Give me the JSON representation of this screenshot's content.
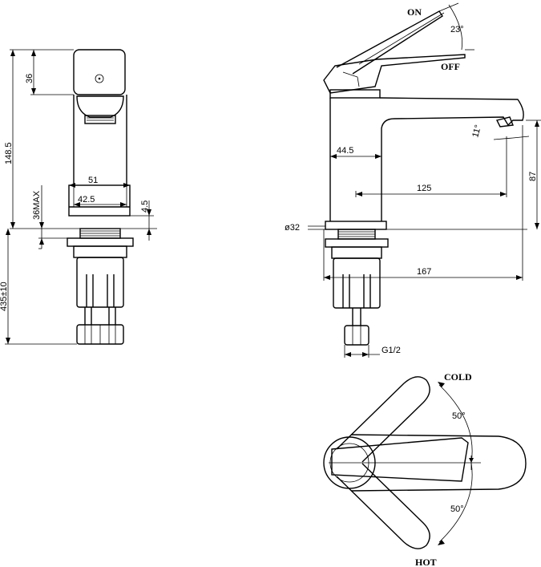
{
  "dimensions": {
    "side": {
      "d36": "36",
      "d148_5": "148.5",
      "d51": "51",
      "d42_5": "42.5",
      "d36max": "36MAX",
      "d4_5": "4.5",
      "d435": "435±10"
    },
    "front": {
      "d44_5": "44.5",
      "d87": "87",
      "d125": "125",
      "d32": "ø32",
      "d167": "167",
      "g12": "G1/2",
      "a23": "23°",
      "a11": "11°"
    },
    "top": {
      "a50_top": "50°",
      "a50_bottom": "50°"
    }
  },
  "labels": {
    "on": "ON",
    "off": "OFF",
    "cold": "COLD",
    "hot": "HOT"
  }
}
